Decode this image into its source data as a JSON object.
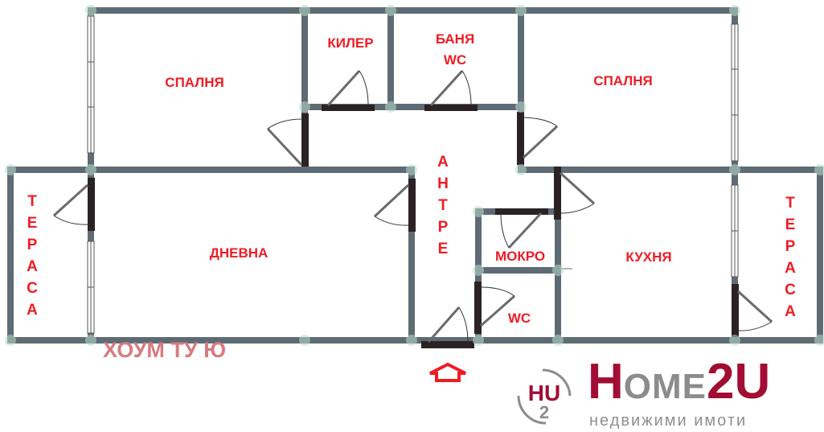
{
  "floor_plan": {
    "rooms": {
      "bedroom_left": "СПАЛНЯ",
      "pantry": "КИЛЕР",
      "bathroom_line1": "БАНЯ",
      "bathroom_line2": "WC",
      "bedroom_right": "СПАЛНЯ",
      "terrace_left": [
        "Т",
        "Е",
        "Р",
        "А",
        "С",
        "А"
      ],
      "living_room": "ДНЕВНА",
      "hallway": [
        "А",
        "Н",
        "Т",
        "Р",
        "Е"
      ],
      "laundry": "МОКРО",
      "toilet": "WC",
      "kitchen": "КУХНЯ",
      "terrace_right": [
        "Т",
        "Е",
        "Р",
        "А",
        "С",
        "А"
      ]
    },
    "entry_arrow_icon": "house-arrow-up-icon",
    "colors": {
      "wall": "#5f6b74",
      "door": "#2b2224",
      "label": "#ee1c25",
      "watermark": "#d87a80"
    }
  },
  "watermark": {
    "text": "ХОУМ ТУ Ю"
  },
  "logo": {
    "mark_letters": "HU",
    "mark_sub": "2",
    "word_first": "H",
    "word_middle": "OME",
    "word_last": "2U",
    "tagline": "недвижими имоти",
    "colors": {
      "brand": "#a10d33",
      "gray": "#8c8c8c"
    }
  }
}
